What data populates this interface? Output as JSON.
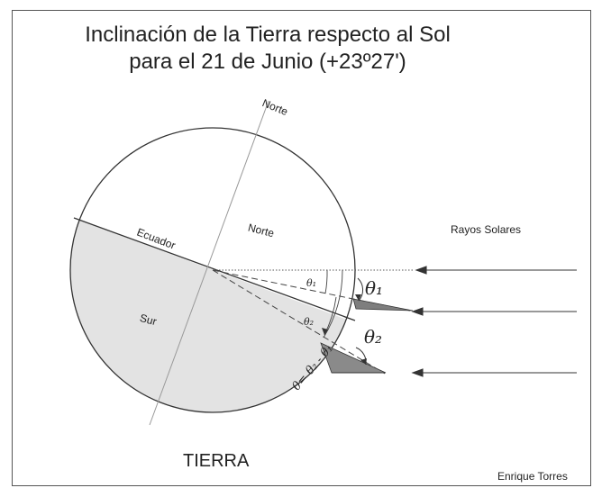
{
  "title": {
    "line1": "Inclinación de la Tierra respecto al Sol",
    "line2": "para el 21 de Junio (+23º27')"
  },
  "labels": {
    "north_axis": "Norte",
    "north_hemisphere": "Norte",
    "equator": "Ecuador",
    "south_hemisphere": "Sur",
    "sun_rays": "Rayos Solares",
    "earth": "TIERRA",
    "author": "Enrique Torres"
  },
  "angles": {
    "theta1_small": "θ₁",
    "theta2_small": "θ₂",
    "theta1_large": "θ₁",
    "theta2_large": "θ₂",
    "difference": "θ= θ₂ - θ₁"
  },
  "colors": {
    "southern_hemisphere": "#e3e3e3",
    "shadow_wedge": "#8a8a8a",
    "lines": "#333333"
  }
}
